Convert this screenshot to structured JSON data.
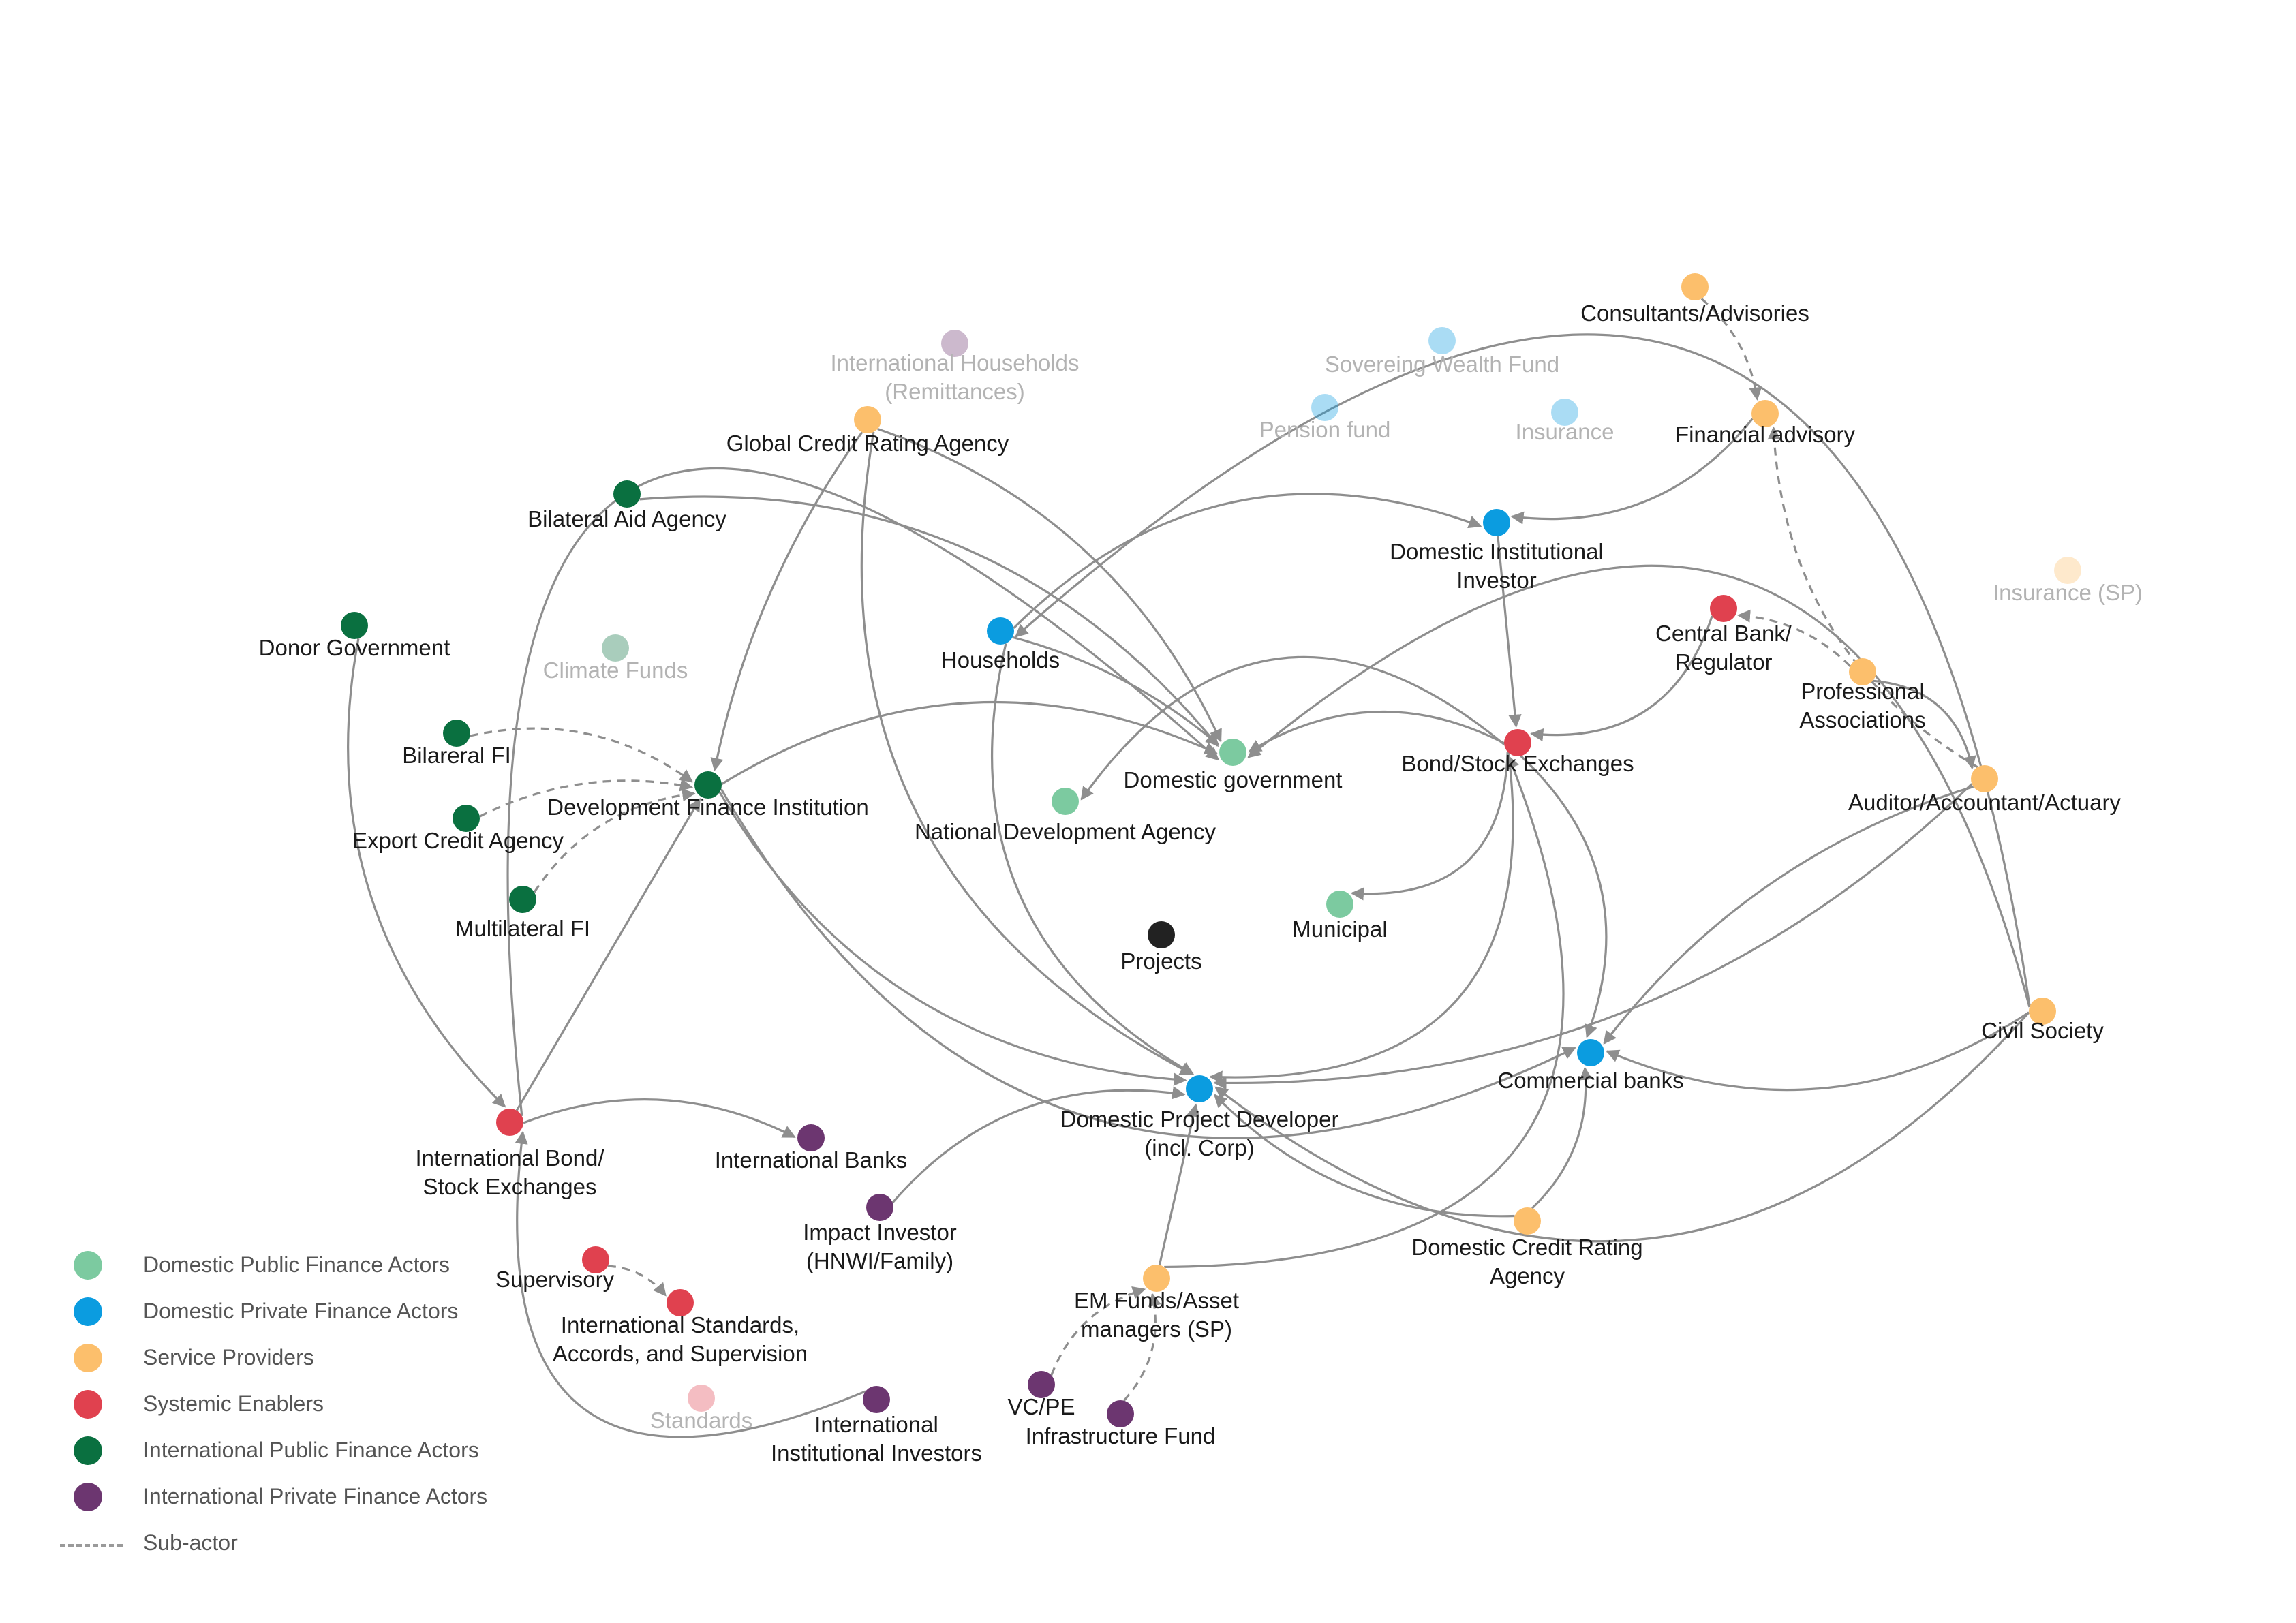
{
  "colors": {
    "domestic_public": "#7ccaa0",
    "domestic_private": "#0b9ce0",
    "service": "#fcbf6c",
    "systemic": "#e0414f",
    "intl_public": "#0a7040",
    "intl_private": "#6c3670",
    "projects": "#222222",
    "edge": "#8e8e8e",
    "label": "#1a1a1a",
    "label_faded": "#b3b3b3"
  },
  "nodes": [
    {
      "id": "projects",
      "label": [
        "Projects"
      ],
      "group": "projects"
    },
    {
      "id": "domestic_government",
      "label": [
        "Domestic government"
      ],
      "group": "domestic_public"
    },
    {
      "id": "national_dev_agency",
      "label": [
        "National Development Agency"
      ],
      "group": "domestic_public"
    },
    {
      "id": "municipal",
      "label": [
        "Municipal"
      ],
      "group": "domestic_public"
    },
    {
      "id": "households",
      "label": [
        "Households"
      ],
      "group": "domestic_private"
    },
    {
      "id": "domestic_institutional_investor",
      "label": [
        "Domestic Institutional",
        "Investor"
      ],
      "group": "domestic_private"
    },
    {
      "id": "domestic_project_developer",
      "label": [
        "Domestic Project Developer",
        "(incl. Corp)"
      ],
      "group": "domestic_private"
    },
    {
      "id": "commercial_banks",
      "label": [
        "Commercial banks"
      ],
      "group": "domestic_private"
    },
    {
      "id": "pension_fund",
      "label": [
        "Pension fund"
      ],
      "group": "domestic_private",
      "faded": true
    },
    {
      "id": "sovereign_wealth_fund",
      "label": [
        "Sovereing Wealth Fund"
      ],
      "group": "domestic_private",
      "faded": true
    },
    {
      "id": "insurance",
      "label": [
        "Insurance"
      ],
      "group": "domestic_private",
      "faded": true
    },
    {
      "id": "consultants",
      "label": [
        "Consultants/Advisories"
      ],
      "group": "service"
    },
    {
      "id": "financial_advisory",
      "label": [
        "Financial advisory"
      ],
      "group": "service"
    },
    {
      "id": "global_credit_rating",
      "label": [
        "Global Credit Rating Agency"
      ],
      "group": "service"
    },
    {
      "id": "professional_associations",
      "label": [
        "Professional",
        "Associations"
      ],
      "group": "service"
    },
    {
      "id": "auditor",
      "label": [
        "Auditor/Accountant/Actuary"
      ],
      "group": "service"
    },
    {
      "id": "civil_society",
      "label": [
        "Civil Society"
      ],
      "group": "service"
    },
    {
      "id": "domestic_credit_rating",
      "label": [
        "Domestic Credit Rating",
        "Agency"
      ],
      "group": "service"
    },
    {
      "id": "em_funds",
      "label": [
        "EM Funds/Asset",
        "managers (SP)"
      ],
      "group": "service"
    },
    {
      "id": "insurance_sp",
      "label": [
        "Insurance (SP)"
      ],
      "group": "service",
      "faded": true
    },
    {
      "id": "central_bank",
      "label": [
        "Central Bank/",
        "Regulator"
      ],
      "group": "systemic"
    },
    {
      "id": "bond_stock_exchanges",
      "label": [
        "Bond/Stock Exchanges"
      ],
      "group": "systemic"
    },
    {
      "id": "intl_bond_stock_exchanges",
      "label": [
        "International Bond/",
        "Stock Exchanges"
      ],
      "group": "systemic"
    },
    {
      "id": "supervisory",
      "label": [
        "Supervisory"
      ],
      "group": "systemic"
    },
    {
      "id": "intl_standards",
      "label": [
        "International Standards,",
        "Accords, and Supervision"
      ],
      "group": "systemic"
    },
    {
      "id": "standards",
      "label": [
        "Standards"
      ],
      "group": "systemic",
      "faded": true
    },
    {
      "id": "bilateral_aid_agency",
      "label": [
        "Bilateral Aid Agency"
      ],
      "group": "intl_public"
    },
    {
      "id": "donor_government",
      "label": [
        "Donor Government"
      ],
      "group": "intl_public"
    },
    {
      "id": "bilateral_fi",
      "label": [
        "Bilareral FI"
      ],
      "group": "intl_public"
    },
    {
      "id": "export_credit_agency",
      "label": [
        "Export Credit Agency"
      ],
      "group": "intl_public"
    },
    {
      "id": "multilateral_fi",
      "label": [
        "Multilateral FI"
      ],
      "group": "intl_public"
    },
    {
      "id": "dfi",
      "label": [
        "Development Finance Institution"
      ],
      "group": "intl_public"
    },
    {
      "id": "climate_funds",
      "label": [
        "Climate Funds"
      ],
      "group": "intl_public",
      "faded": true
    },
    {
      "id": "intl_households",
      "label": [
        "International Households",
        "(Remittances)"
      ],
      "group": "intl_private",
      "faded": true
    },
    {
      "id": "intl_banks",
      "label": [
        "International Banks"
      ],
      "group": "intl_private"
    },
    {
      "id": "impact_investor",
      "label": [
        "Impact Investor",
        "(HNWI/Family)"
      ],
      "group": "intl_private"
    },
    {
      "id": "intl_institutional_investors",
      "label": [
        "International",
        "Institutional Investors"
      ],
      "group": "intl_private"
    },
    {
      "id": "vc_pe",
      "label": [
        "VC/PE"
      ],
      "group": "intl_private"
    },
    {
      "id": "infrastructure_fund",
      "label": [
        "Infrastructure Fund"
      ],
      "group": "intl_private"
    }
  ],
  "edges": [
    {
      "from": "consultants",
      "to": "financial_advisory",
      "kind": "sub-actor"
    },
    {
      "from": "financial_advisory",
      "to": "domestic_institutional_investor",
      "kind": "flow"
    },
    {
      "from": "auditor",
      "to": "financial_advisory",
      "kind": "sub-actor"
    },
    {
      "from": "professional_associations",
      "to": "central_bank",
      "kind": "sub-actor"
    },
    {
      "from": "professional_associations",
      "to": "auditor",
      "kind": "flow"
    },
    {
      "from": "central_bank",
      "to": "bond_stock_exchanges",
      "kind": "flow"
    },
    {
      "from": "domestic_institutional_investor",
      "to": "bond_stock_exchanges",
      "kind": "flow"
    },
    {
      "from": "households",
      "to": "domestic_institutional_investor",
      "kind": "flow"
    },
    {
      "from": "households",
      "to": "domestic_government",
      "kind": "flow"
    },
    {
      "from": "bond_stock_exchanges",
      "to": "domestic_government",
      "kind": "flow"
    },
    {
      "from": "bond_stock_exchanges",
      "to": "national_dev_agency",
      "kind": "flow"
    },
    {
      "from": "bond_stock_exchanges",
      "to": "municipal",
      "kind": "flow"
    },
    {
      "from": "bond_stock_exchanges",
      "to": "domestic_project_developer",
      "kind": "flow"
    },
    {
      "from": "bond_stock_exchanges",
      "to": "commercial_banks",
      "kind": "flow"
    },
    {
      "from": "bilateral_aid_agency",
      "to": "domestic_government",
      "kind": "flow"
    },
    {
      "from": "global_credit_rating",
      "to": "domestic_government",
      "kind": "flow"
    },
    {
      "from": "global_credit_rating",
      "to": "dfi",
      "kind": "flow"
    },
    {
      "from": "global_credit_rating",
      "to": "domestic_project_developer",
      "kind": "flow"
    },
    {
      "from": "bilateral_fi",
      "to": "dfi",
      "kind": "sub-actor"
    },
    {
      "from": "export_credit_agency",
      "to": "dfi",
      "kind": "sub-actor"
    },
    {
      "from": "multilateral_fi",
      "to": "dfi",
      "kind": "sub-actor"
    },
    {
      "from": "dfi",
      "to": "domestic_government",
      "kind": "flow"
    },
    {
      "from": "dfi",
      "to": "domestic_project_developer",
      "kind": "flow"
    },
    {
      "from": "dfi",
      "to": "commercial_banks",
      "kind": "flow"
    },
    {
      "from": "intl_bond_stock_exchanges",
      "to": "dfi",
      "kind": "flow"
    },
    {
      "from": "intl_bond_stock_exchanges",
      "to": "domestic_government",
      "kind": "flow"
    },
    {
      "from": "donor_government",
      "to": "intl_bond_stock_exchanges",
      "kind": "flow"
    },
    {
      "from": "intl_bond_stock_exchanges",
      "to": "intl_banks",
      "kind": "flow"
    },
    {
      "from": "intl_institutional_investors",
      "to": "intl_bond_stock_exchanges",
      "kind": "flow"
    },
    {
      "from": "supervisory",
      "to": "intl_standards",
      "kind": "sub-actor"
    },
    {
      "from": "impact_investor",
      "to": "domestic_project_developer",
      "kind": "flow"
    },
    {
      "from": "em_funds",
      "to": "domestic_project_developer",
      "kind": "flow"
    },
    {
      "from": "vc_pe",
      "to": "em_funds",
      "kind": "sub-actor"
    },
    {
      "from": "infrastructure_fund",
      "to": "em_funds",
      "kind": "sub-actor"
    },
    {
      "from": "em_funds",
      "to": "bond_stock_exchanges",
      "kind": "flow"
    },
    {
      "from": "domestic_credit_rating",
      "to": "domestic_project_developer",
      "kind": "flow"
    },
    {
      "from": "domestic_credit_rating",
      "to": "commercial_banks",
      "kind": "flow"
    },
    {
      "from": "auditor",
      "to": "commercial_banks",
      "kind": "flow"
    },
    {
      "from": "auditor",
      "to": "domestic_project_developer",
      "kind": "flow"
    },
    {
      "from": "civil_society",
      "to": "commercial_banks",
      "kind": "flow"
    },
    {
      "from": "civil_society",
      "to": "households",
      "kind": "flow"
    },
    {
      "from": "civil_society",
      "to": "domestic_government",
      "kind": "flow"
    },
    {
      "from": "civil_society",
      "to": "domestic_project_developer",
      "kind": "flow"
    },
    {
      "from": "households",
      "to": "domestic_project_developer",
      "kind": "flow"
    }
  ],
  "legend": [
    {
      "group": "domestic_public",
      "label": "Domestic Public Finance Actors"
    },
    {
      "group": "domestic_private",
      "label": "Domestic Private Finance Actors"
    },
    {
      "group": "service",
      "label": "Service Providers"
    },
    {
      "group": "systemic",
      "label": "Systemic Enablers"
    },
    {
      "group": "intl_public",
      "label": "International Public Finance Actors"
    },
    {
      "group": "intl_private",
      "label": "International Private Finance Actors"
    }
  ],
  "legend_dashed": "Sub-actor"
}
